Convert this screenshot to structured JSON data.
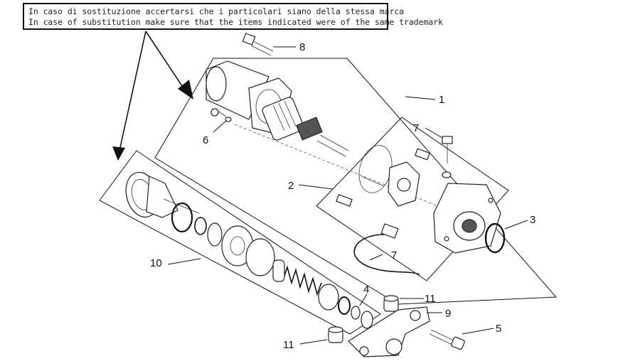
{
  "note": {
    "line_it": "In caso di sostituzione accertarsi che i particolari siano della stessa marca",
    "line_en": "In case of substitution make sure that the items indicated were of the same trademark"
  },
  "callouts": {
    "c1": "1",
    "c2": "2",
    "c3": "3",
    "c4": "4",
    "c5": "5",
    "c6": "6",
    "c7a": "7",
    "c7b": "7",
    "c8": "8",
    "c9": "9",
    "c10": "10",
    "c11a": "11",
    "c11b": "11"
  }
}
